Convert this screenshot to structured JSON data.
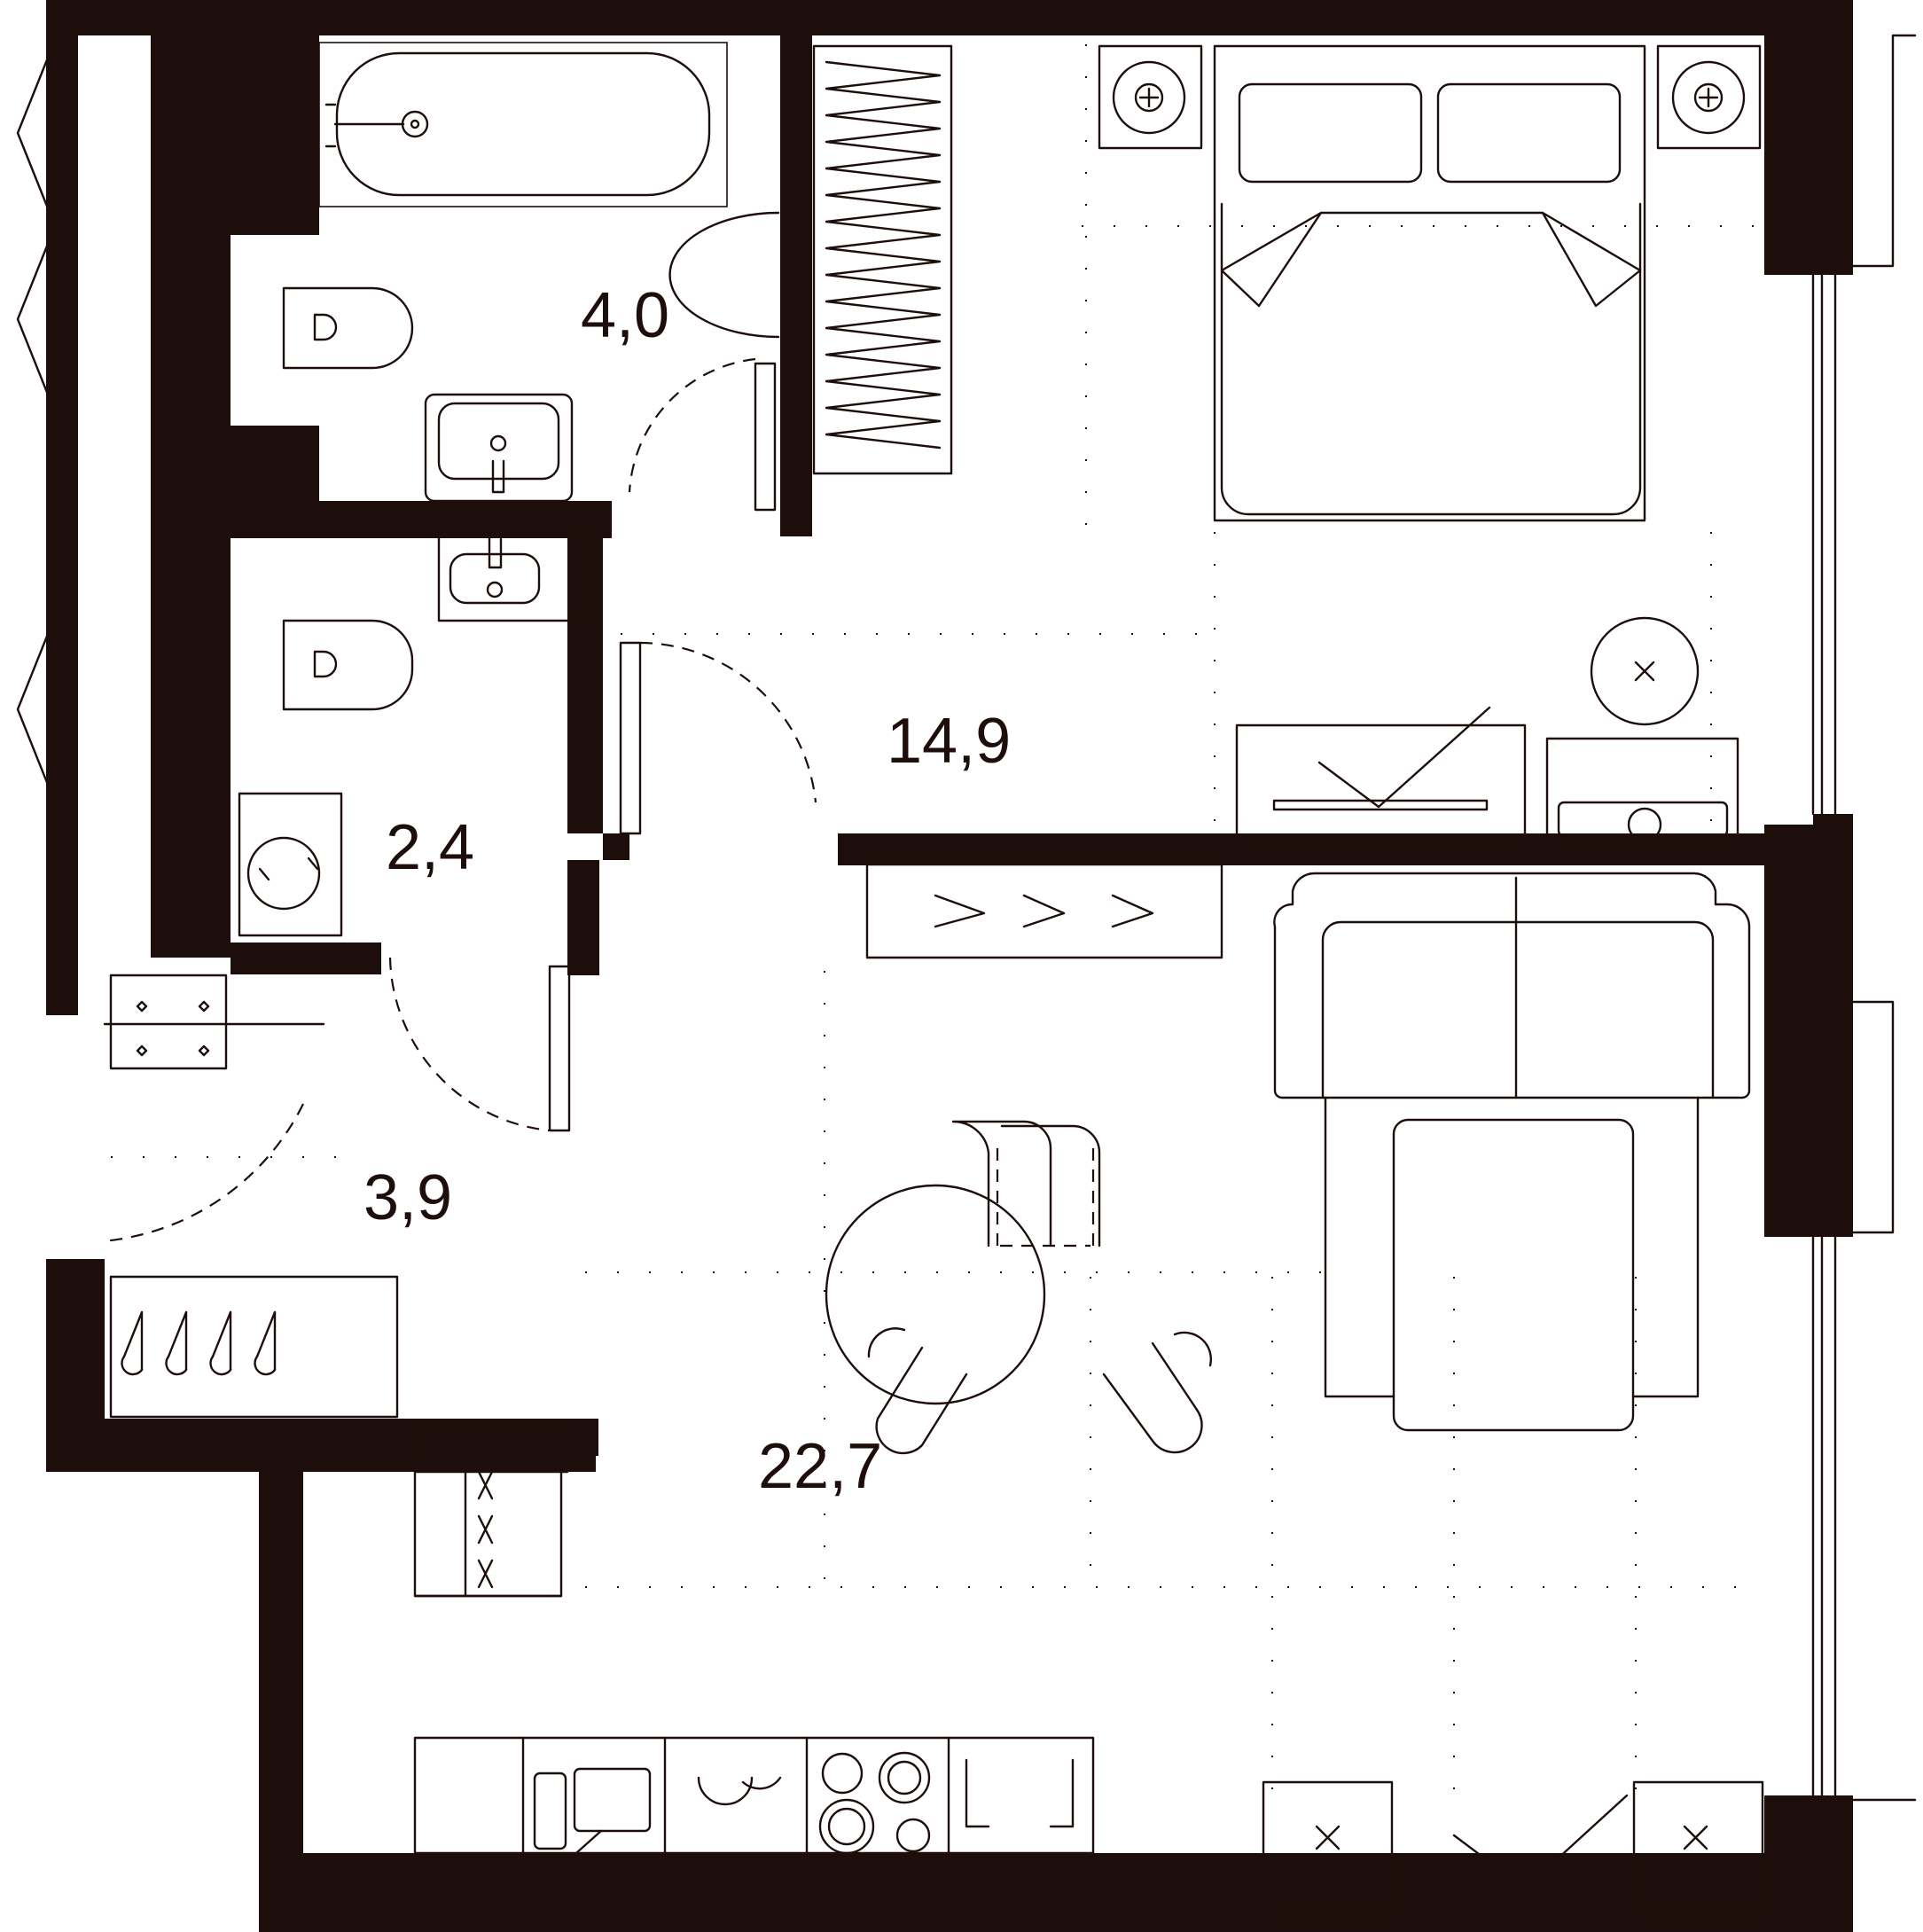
{
  "colors": {
    "wall": "#1e0e0b",
    "background": "#ffffff"
  },
  "rooms": [
    {
      "id": "bathroom",
      "area": "4,0"
    },
    {
      "id": "bedroom",
      "area": "14,9"
    },
    {
      "id": "wc",
      "area": "2,4"
    },
    {
      "id": "hall",
      "area": "3,9"
    },
    {
      "id": "living-kitchen",
      "area": "22,7"
    }
  ],
  "icons": [
    "bathtub-icon",
    "toilet-icon",
    "sink-icon",
    "washing-machine-icon",
    "bed-icon",
    "nightstand-icon",
    "wardrobe-icon",
    "tv-stand-icon",
    "sofa-icon",
    "coffee-table-icon",
    "dining-table-icon",
    "chair-icon",
    "hob-icon",
    "kitchen-sink-icon",
    "armchair-icon",
    "shoe-rack-icon",
    "coat-rack-icon"
  ]
}
